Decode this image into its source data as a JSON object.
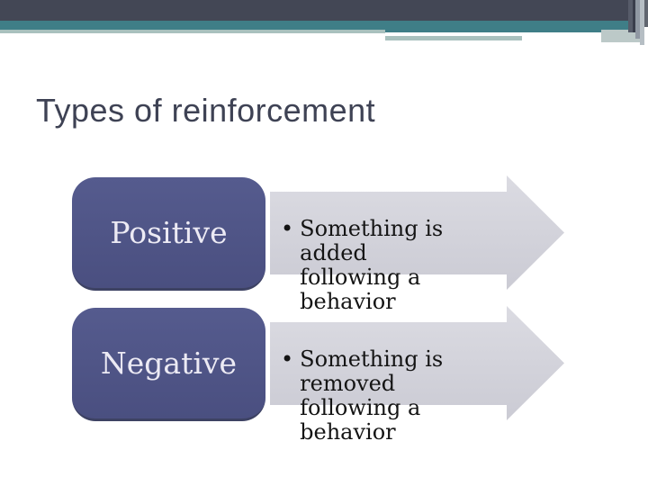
{
  "slide": {
    "title": "Types of reinforcement",
    "diagram": {
      "rows": [
        {
          "label": "Positive",
          "bullet": "•",
          "description": "Something is added\nfollowing a behavior"
        },
        {
          "label": "Negative",
          "bullet": "•",
          "description": "Something is removed\nfollowing a behavior"
        }
      ]
    }
  },
  "colors": {
    "background": "#FFFFFF",
    "top_bar_dark": "#434755",
    "teal_band": "#3F7E87",
    "sage_band": "#A9C1BE",
    "corner_light_block": "#BCC9C8",
    "title_text": "#3E4254",
    "shape_fill": "#4D5285",
    "shape_text": "#ECEAF4",
    "arrow_fill": "#D1D1DA",
    "arrow_text": "#141414"
  }
}
